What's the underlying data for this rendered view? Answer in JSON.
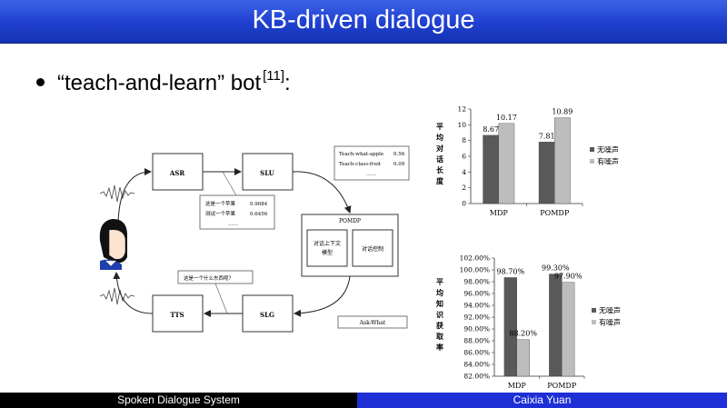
{
  "slide": {
    "title": "KB-driven dialogue",
    "bullet_text": "“teach-and-learn” bot",
    "bullet_cite": "[11]",
    "bullet_suffix": ":"
  },
  "diagram": {
    "asr": "ASR",
    "slu": "SLU",
    "tts": "TTS",
    "slg": "SLG",
    "pomdp_title": "POMDP",
    "pomdp_left": [
      "对话上下文",
      "模型"
    ],
    "pomdp_right": "对话控制",
    "asr_results": [
      {
        "text": "这是一个苹果",
        "score": "0.9684"
      },
      {
        "text": "测试一个苹果",
        "score": "0.6456"
      }
    ],
    "asr_more": "……",
    "slu_results": [
      {
        "text": "Teach-what-apple",
        "score": "0.56"
      },
      {
        "text": "Teach-class-fruit",
        "score": "0.09"
      }
    ],
    "slu_more": "……",
    "tts_prompt": "这是一个什么东西呢？",
    "action": "Ask-What"
  },
  "chart_data": [
    {
      "type": "bar",
      "ylabel": "平均对话长度",
      "categories": [
        "MDP",
        "POMDP"
      ],
      "ylim": [
        0,
        12
      ],
      "yticks": [
        "0",
        "2",
        "4",
        "6",
        "8",
        "10",
        "12"
      ],
      "series": [
        {
          "name": "无噪声",
          "values": [
            8.67,
            7.81
          ],
          "labels": [
            "8.67",
            "7.81"
          ],
          "color": "#595959"
        },
        {
          "name": "有噪声",
          "values": [
            10.17,
            10.89
          ],
          "labels": [
            "10.17",
            "10.89"
          ],
          "color": "#bdbdbd"
        }
      ],
      "legend": "right",
      "grid": false
    },
    {
      "type": "bar",
      "ylabel": "平均知识获取率",
      "categories": [
        "MDP",
        "POMDP"
      ],
      "ylim": [
        82,
        102
      ],
      "yticks": [
        "82.00%",
        "84.00%",
        "86.00%",
        "88.00%",
        "90.00%",
        "92.00%",
        "94.00%",
        "96.00%",
        "98.00%",
        "100.00%",
        "102.00%"
      ],
      "series": [
        {
          "name": "无噪声",
          "values": [
            98.7,
            99.3
          ],
          "labels": [
            "98.70%",
            "99.30%"
          ],
          "color": "#595959"
        },
        {
          "name": "有噪声",
          "values": [
            88.2,
            97.9
          ],
          "labels": [
            "88.20%",
            "97.90%"
          ],
          "color": "#bdbdbd"
        }
      ],
      "legend": "right",
      "grid": false
    }
  ],
  "footer": {
    "left": "Spoken Dialogue System",
    "right": "Caixia Yuan"
  }
}
